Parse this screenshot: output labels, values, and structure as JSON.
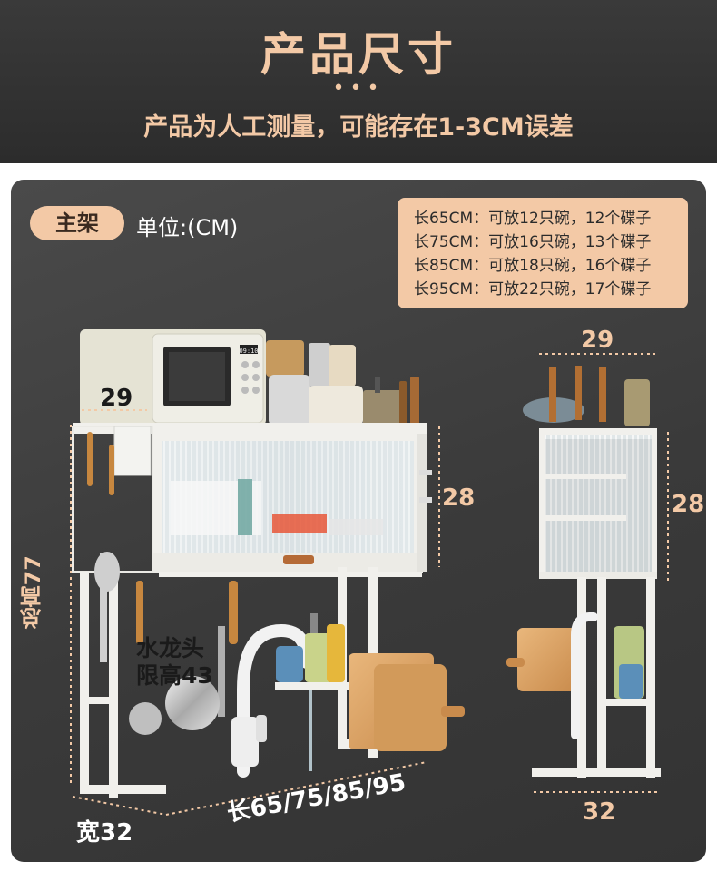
{
  "header": {
    "title": "产品尺寸",
    "dots": "•••",
    "subtitle": "产品为人工测量，可能存在1-3CM误差"
  },
  "section": {
    "badge": "主架",
    "unit": "单位:(CM)"
  },
  "capacity": [
    "长65CM：可放12只碗，12个碟子",
    "长75CM：可放16只碗，13个碟子",
    "长85CM：可放18只碗，16个碟子",
    "长95CM：可放22只碗，17个碟子"
  ],
  "front_view": {
    "depth_top": "29",
    "cabinet_height": "28",
    "total_height": "总高77",
    "faucet_limit_line1": "水龙头",
    "faucet_limit_line2": "限高43",
    "width_label": "宽32",
    "length_label": "长65/75/85/95",
    "microwave_display": "09:10"
  },
  "side_view": {
    "top_depth": "29",
    "cabinet_height": "28",
    "bottom_depth": "32"
  },
  "colors": {
    "accent": "#f3c9a6",
    "header_bg": "#333333",
    "panel_bg": "#404040",
    "rack_white": "#f1f0ec"
  }
}
